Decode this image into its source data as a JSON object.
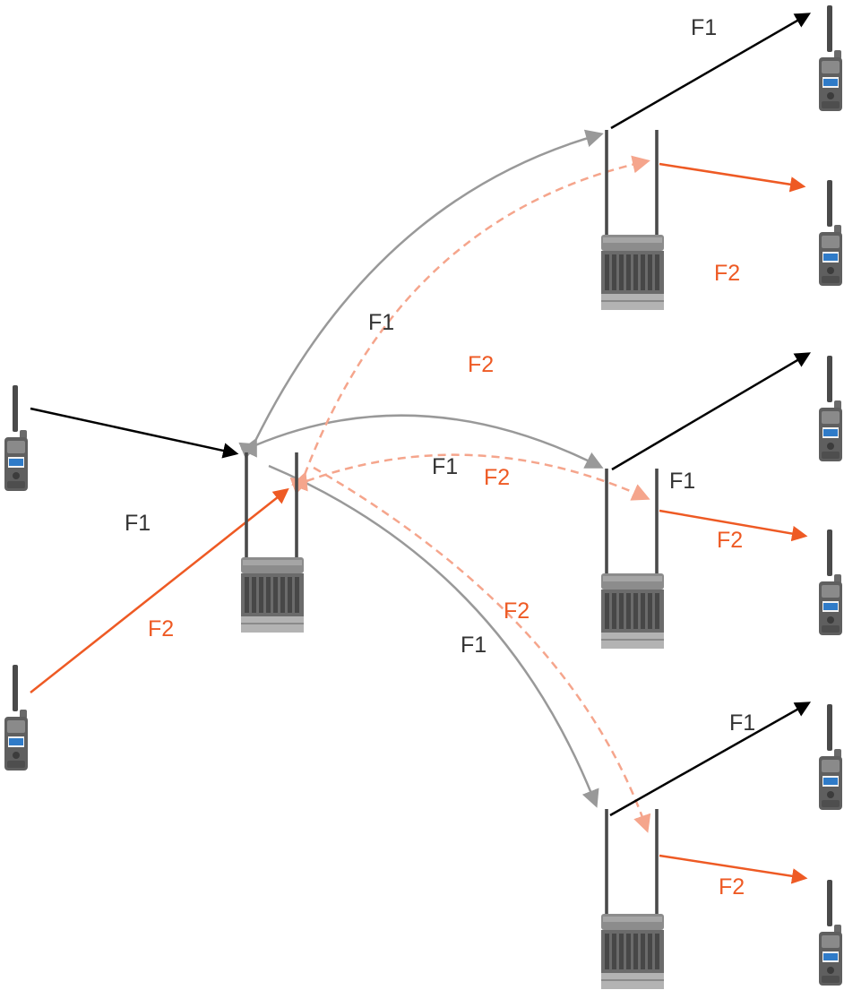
{
  "colors": {
    "f1_link": "#000000",
    "f1_repeater_link": "#999999",
    "f1_text": "#333333",
    "f2_link": "#EE5A24",
    "f2_repeater_link": "#F5A58C",
    "f2_text": "#EE5A24",
    "device_body": "#7a7a7a"
  },
  "icons": {
    "handheld_radio": "handheld-radio-icon",
    "repeater": "repeater-icon"
  },
  "labels": {
    "top_right_f1": "F1",
    "top_f2": "F2",
    "upper_arc_f1": "F1",
    "upper_arc_f2": "F2",
    "middle_arc_f1": "F1",
    "middle_arc_f2": "F2",
    "middle_right_f1": "F1",
    "middle_right_f2": "F2",
    "input_f1": "F1",
    "input_f2": "F2",
    "lower_arc_f2": "F2",
    "lower_arc_f1": "F1",
    "bottom_right_f1": "F1",
    "bottom_right_f2": "F2"
  }
}
